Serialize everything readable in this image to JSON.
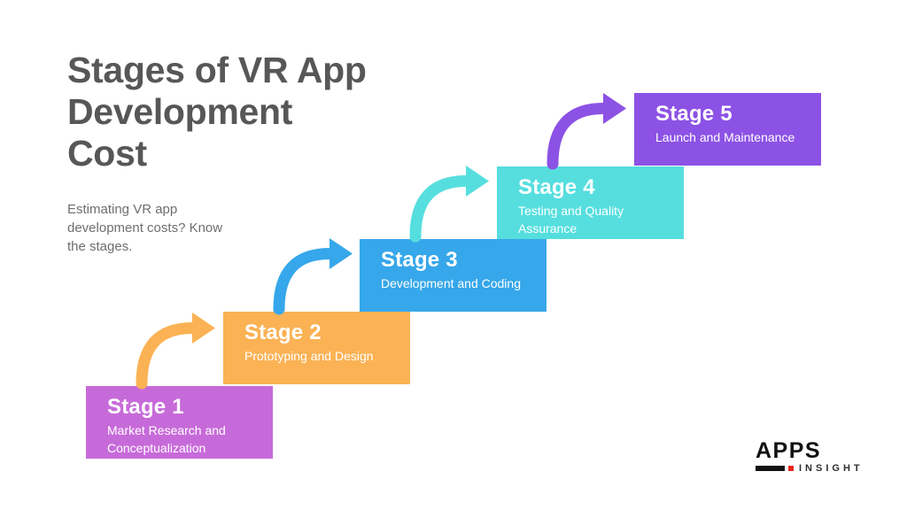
{
  "header": {
    "title": "Stages of VR App\nDevelopment\nCost",
    "subtitle": "Estimating VR app\ndevelopment costs? Know\nthe stages."
  },
  "stages": [
    {
      "label": "Stage 1",
      "description": "Market Research and Conceptualization",
      "color": "#c76ad9",
      "text_color": "#ffffff"
    },
    {
      "label": "Stage 2",
      "description": "Prototyping and Design",
      "color": "#fab254",
      "text_color": "#ffffff"
    },
    {
      "label": "Stage 3",
      "description": "Development and Coding",
      "color": "#36a7ea",
      "text_color": "#ffffff"
    },
    {
      "label": "Stage 4",
      "description": "Testing and Quality Assurance",
      "color": "#56dede",
      "text_color": "#ffffff"
    },
    {
      "label": "Stage 5",
      "description": "Launch and Maintenance",
      "color": "#8c52e5",
      "text_color": "#ffffff"
    }
  ],
  "arrows": [
    {
      "from": "Stage 1",
      "to": "Stage 2",
      "color": "#fab254"
    },
    {
      "from": "Stage 2",
      "to": "Stage 3",
      "color": "#36a7ea"
    },
    {
      "from": "Stage 3",
      "to": "Stage 4",
      "color": "#56dede"
    },
    {
      "from": "Stage 4",
      "to": "Stage 5",
      "color": "#8c52e5"
    }
  ],
  "logo": {
    "line1": "APPS",
    "line2": "INSIGHT",
    "bar_color": "#121212",
    "accent_color": "#e8231d"
  },
  "colors": {
    "background": "#ffffff",
    "title_text": "#575757",
    "subtitle_text": "#6e6e6e"
  }
}
